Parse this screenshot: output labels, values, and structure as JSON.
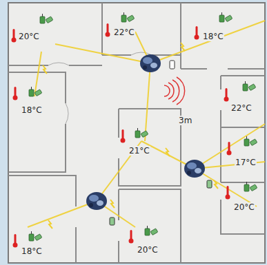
{
  "diagram": {
    "labels": [
      "20°C",
      "22°C",
      "18°C",
      "18°C",
      "22°C",
      "21°C",
      "17°C",
      "20°C",
      "18°C",
      "20°C",
      "3m"
    ]
  }
}
